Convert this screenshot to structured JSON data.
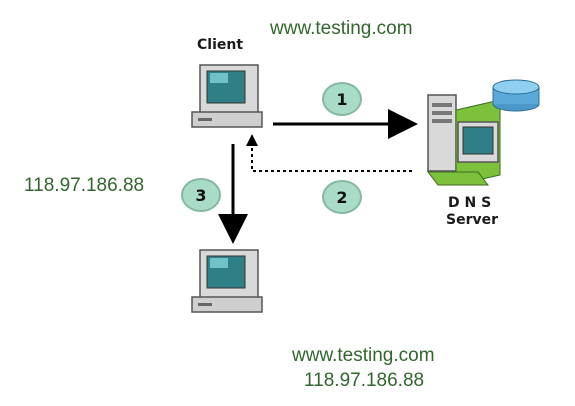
{
  "domain_label_top": "www.testing.com",
  "client_label": "Client",
  "server_label": [
    "D N S",
    "Server"
  ],
  "ip_left": "118.97.186.88",
  "bottom_caption": {
    "line1": "www.testing.com",
    "line2": "118.97.186.88"
  },
  "steps": [
    "1",
    "2",
    "3"
  ],
  "colors": {
    "text_green": "#33662e",
    "badge_fill": "#a9dcc6",
    "server_green": "#7cc13c",
    "screen_teal": "#3d8b8f",
    "db_blue": "#5aa9d9"
  }
}
